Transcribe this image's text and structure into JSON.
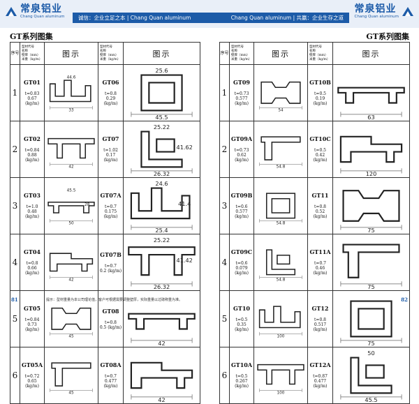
{
  "header": {
    "logo_cn": "常泉铝业",
    "logo_en": "Chang Quan aluminum",
    "slogan_left": "诚信：企业立足之本 | Chang Quan aluminum",
    "slogan_right": "Chang Quan aluminum | 共赢：企业生存之道"
  },
  "section_title": "GT系列图集",
  "table_header": {
    "num": "序号",
    "info": [
      "型材代号",
      "名称",
      "壁厚（mm）",
      "米重（kg/m）"
    ],
    "figure": "图示"
  },
  "row_numbers": [
    "1",
    "2",
    "3",
    "4",
    "5",
    "6"
  ],
  "columns": [
    {
      "items": [
        {
          "code": "GT01",
          "thickness": "t=0.83",
          "weight": "0.67 (kg/m)",
          "dims": [
            "33",
            "44.6"
          ]
        },
        {
          "code": "GT02",
          "thickness": "t=0.84",
          "weight": "0.88 (kg/m)",
          "dims": [
            "42"
          ]
        },
        {
          "code": "GT03",
          "thickness": "t=1.0",
          "weight": "0.48 (kg/m)",
          "dims": [
            "50",
            "45.5",
            "28"
          ]
        },
        {
          "code": "GT04",
          "thickness": "t=0.8",
          "weight": "0.66 (kg/m)",
          "dims": [
            "42"
          ]
        },
        {
          "code": "GT05",
          "thickness": "t=0.84",
          "weight": "0.73 (kg/m)",
          "dims": [
            "45"
          ]
        },
        {
          "code": "GT05A",
          "thickness": "t=0.72",
          "weight": "0.65 (kg/m)",
          "dims": [
            "45"
          ]
        }
      ]
    },
    {
      "items": [
        {
          "code": "GT06",
          "thickness": "t=0.8",
          "weight": "0.29 (kg/m)",
          "dims": [
            "45.5",
            "25.6"
          ]
        },
        {
          "code": "GT07",
          "thickness": "t=1.02",
          "weight": "0.17 (kg/m)",
          "dims": [
            "26.32",
            "25.22",
            "41.62"
          ]
        },
        {
          "code": "GT07A",
          "thickness": "t=0.7",
          "weight": "0.175 (kg/m)",
          "dims": [
            "25.4",
            "24.6",
            "41.4"
          ]
        },
        {
          "code": "GT07B",
          "thickness": "t=0.7",
          "weight": "0.2 (kg/m)",
          "dims": [
            "26.32",
            "25.22",
            "41.42"
          ]
        },
        {
          "code": "GT08",
          "thickness": "t=0.8",
          "weight": "0.5 (kg/m)",
          "dims": [
            "42"
          ]
        },
        {
          "code": "GT08A",
          "thickness": "t=0.7",
          "weight": "0.477 (kg/m)",
          "dims": [
            "42"
          ]
        }
      ]
    },
    {
      "items": [
        {
          "code": "GT09",
          "thickness": "t=0.73",
          "weight": "0.577 (kg/m)",
          "dims": [
            "54"
          ]
        },
        {
          "code": "GT09A",
          "thickness": "t=0.73",
          "weight": "0.62 (kg/m)",
          "dims": [
            "54.8"
          ]
        },
        {
          "code": "GT09B",
          "thickness": "t=0.6",
          "weight": "0.577 (kg/m)",
          "dims": [
            "54.8"
          ]
        },
        {
          "code": "GT09C",
          "thickness": "t=0.6",
          "weight": "0.079 (kg/m)",
          "dims": [
            "54.8"
          ]
        },
        {
          "code": "GT10",
          "thickness": "t=0.5",
          "weight": "0.35 (kg/m)",
          "dims": [
            "100"
          ]
        },
        {
          "code": "GT10A",
          "thickness": "t=0.5",
          "weight": "0.267 (kg/m)",
          "dims": [
            "100"
          ]
        }
      ]
    },
    {
      "items": [
        {
          "code": "GT10B",
          "thickness": "t=0.5",
          "weight": "0.19 (kg/m)",
          "dims": [
            "63"
          ]
        },
        {
          "code": "GT10C",
          "thickness": "t=0.5",
          "weight": "0.42 (kg/m)",
          "dims": [
            "120"
          ]
        },
        {
          "code": "GT11",
          "thickness": "t=0.8",
          "weight": "0.52 (kg/m)",
          "dims": [
            "75"
          ]
        },
        {
          "code": "GT11A",
          "thickness": "t=0.7",
          "weight": "0.46 (kg/m)",
          "dims": [
            "75"
          ]
        },
        {
          "code": "GT12",
          "thickness": "t=0.8",
          "weight": "0.517 (kg/m)",
          "dims": [
            "75"
          ]
        },
        {
          "code": "GT12A",
          "thickness": "t=0.87",
          "weight": "0.477 (kg/m)",
          "dims": [
            "45.5",
            "50"
          ]
        }
      ]
    }
  ],
  "footer": {
    "page_left": "81",
    "page_right": "82",
    "note": "提示：型材重量为本公司理论值，客户可根据需要调整壁厚，实际重量以过磅称重为准。"
  },
  "colors": {
    "brand_blue": "#1c5ba8",
    "banner_bg": "#e9eff8"
  }
}
